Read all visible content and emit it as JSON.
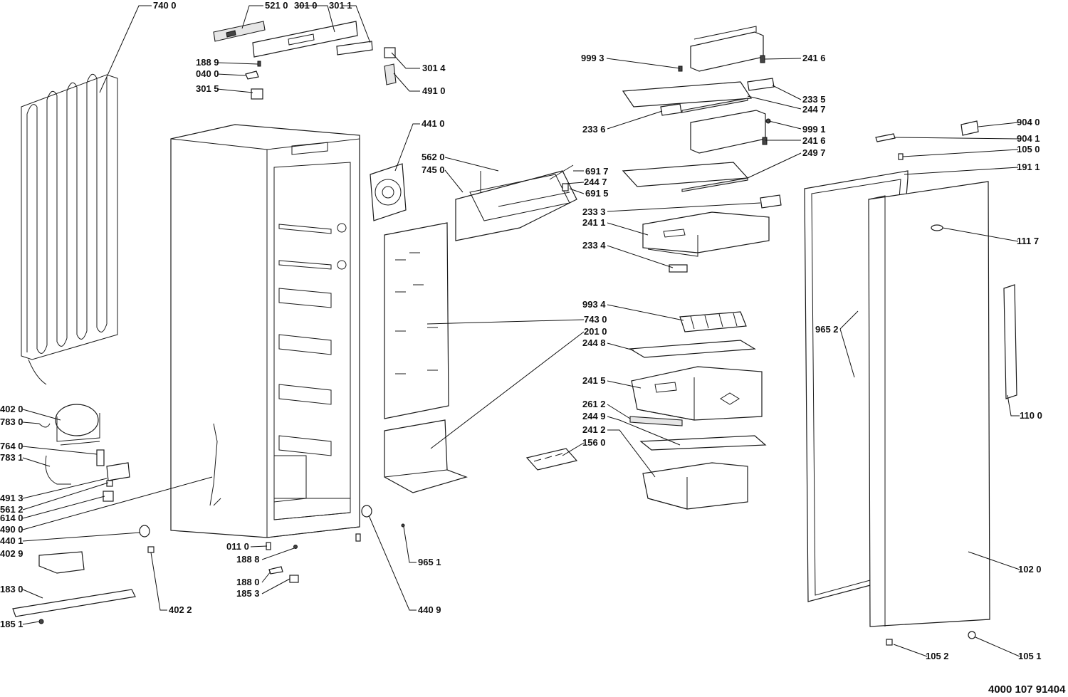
{
  "labels": {
    "l7400": "740 0",
    "l5210": "521 0",
    "l3010": "301 0",
    "l3011": "301 1",
    "l1889": "188 9",
    "l0400": "040 0",
    "l3015": "301 5",
    "l3014": "301 4",
    "l4910": "491 0",
    "l4410": "441 0",
    "l5620": "562 0",
    "l7450": "745 0",
    "l6917": "691 7",
    "l2447a": "244 7",
    "l6915": "691 5",
    "l9993": "999 3",
    "l2416a": "241 6",
    "l2335": "233 5",
    "l2447b": "244 7",
    "l2336": "233 6",
    "l9991": "999 1",
    "l2416b": "241 6",
    "l2497": "249 7",
    "l2333": "233 3",
    "l2411": "241 1",
    "l2334": "233 4",
    "l9934": "993 4",
    "l7430": "743 0",
    "l2010": "201 0",
    "l2448": "244 8",
    "l2415": "241 5",
    "l2612": "261 2",
    "l2449": "244 9",
    "l2412": "241 2",
    "l1560": "156 0",
    "l9040": "904 0",
    "l9041": "904 1",
    "l1050": "105 0",
    "l1911": "191 1",
    "l1117": "111 7",
    "l9652": "965 2",
    "l1100": "110 0",
    "l1020": "102 0",
    "l1052": "105 2",
    "l1051": "105 1",
    "l4020": "402 0",
    "l7830": "783 0",
    "l7640": "764 0",
    "l7831": "783 1",
    "l4913": "491 3",
    "l5612": "561 2",
    "l6140": "614 0",
    "l4900": "490 0",
    "l4401": "440 1",
    "l4029": "402 9",
    "l1830": "183 0",
    "l1851": "185 1",
    "l4022": "402 2",
    "l0110": "011 0",
    "l1888": "188 8",
    "l1880": "188 0",
    "l1853": "185 3",
    "l9651": "965 1",
    "l4409": "440 9"
  },
  "document_number": "4000 107 91404"
}
